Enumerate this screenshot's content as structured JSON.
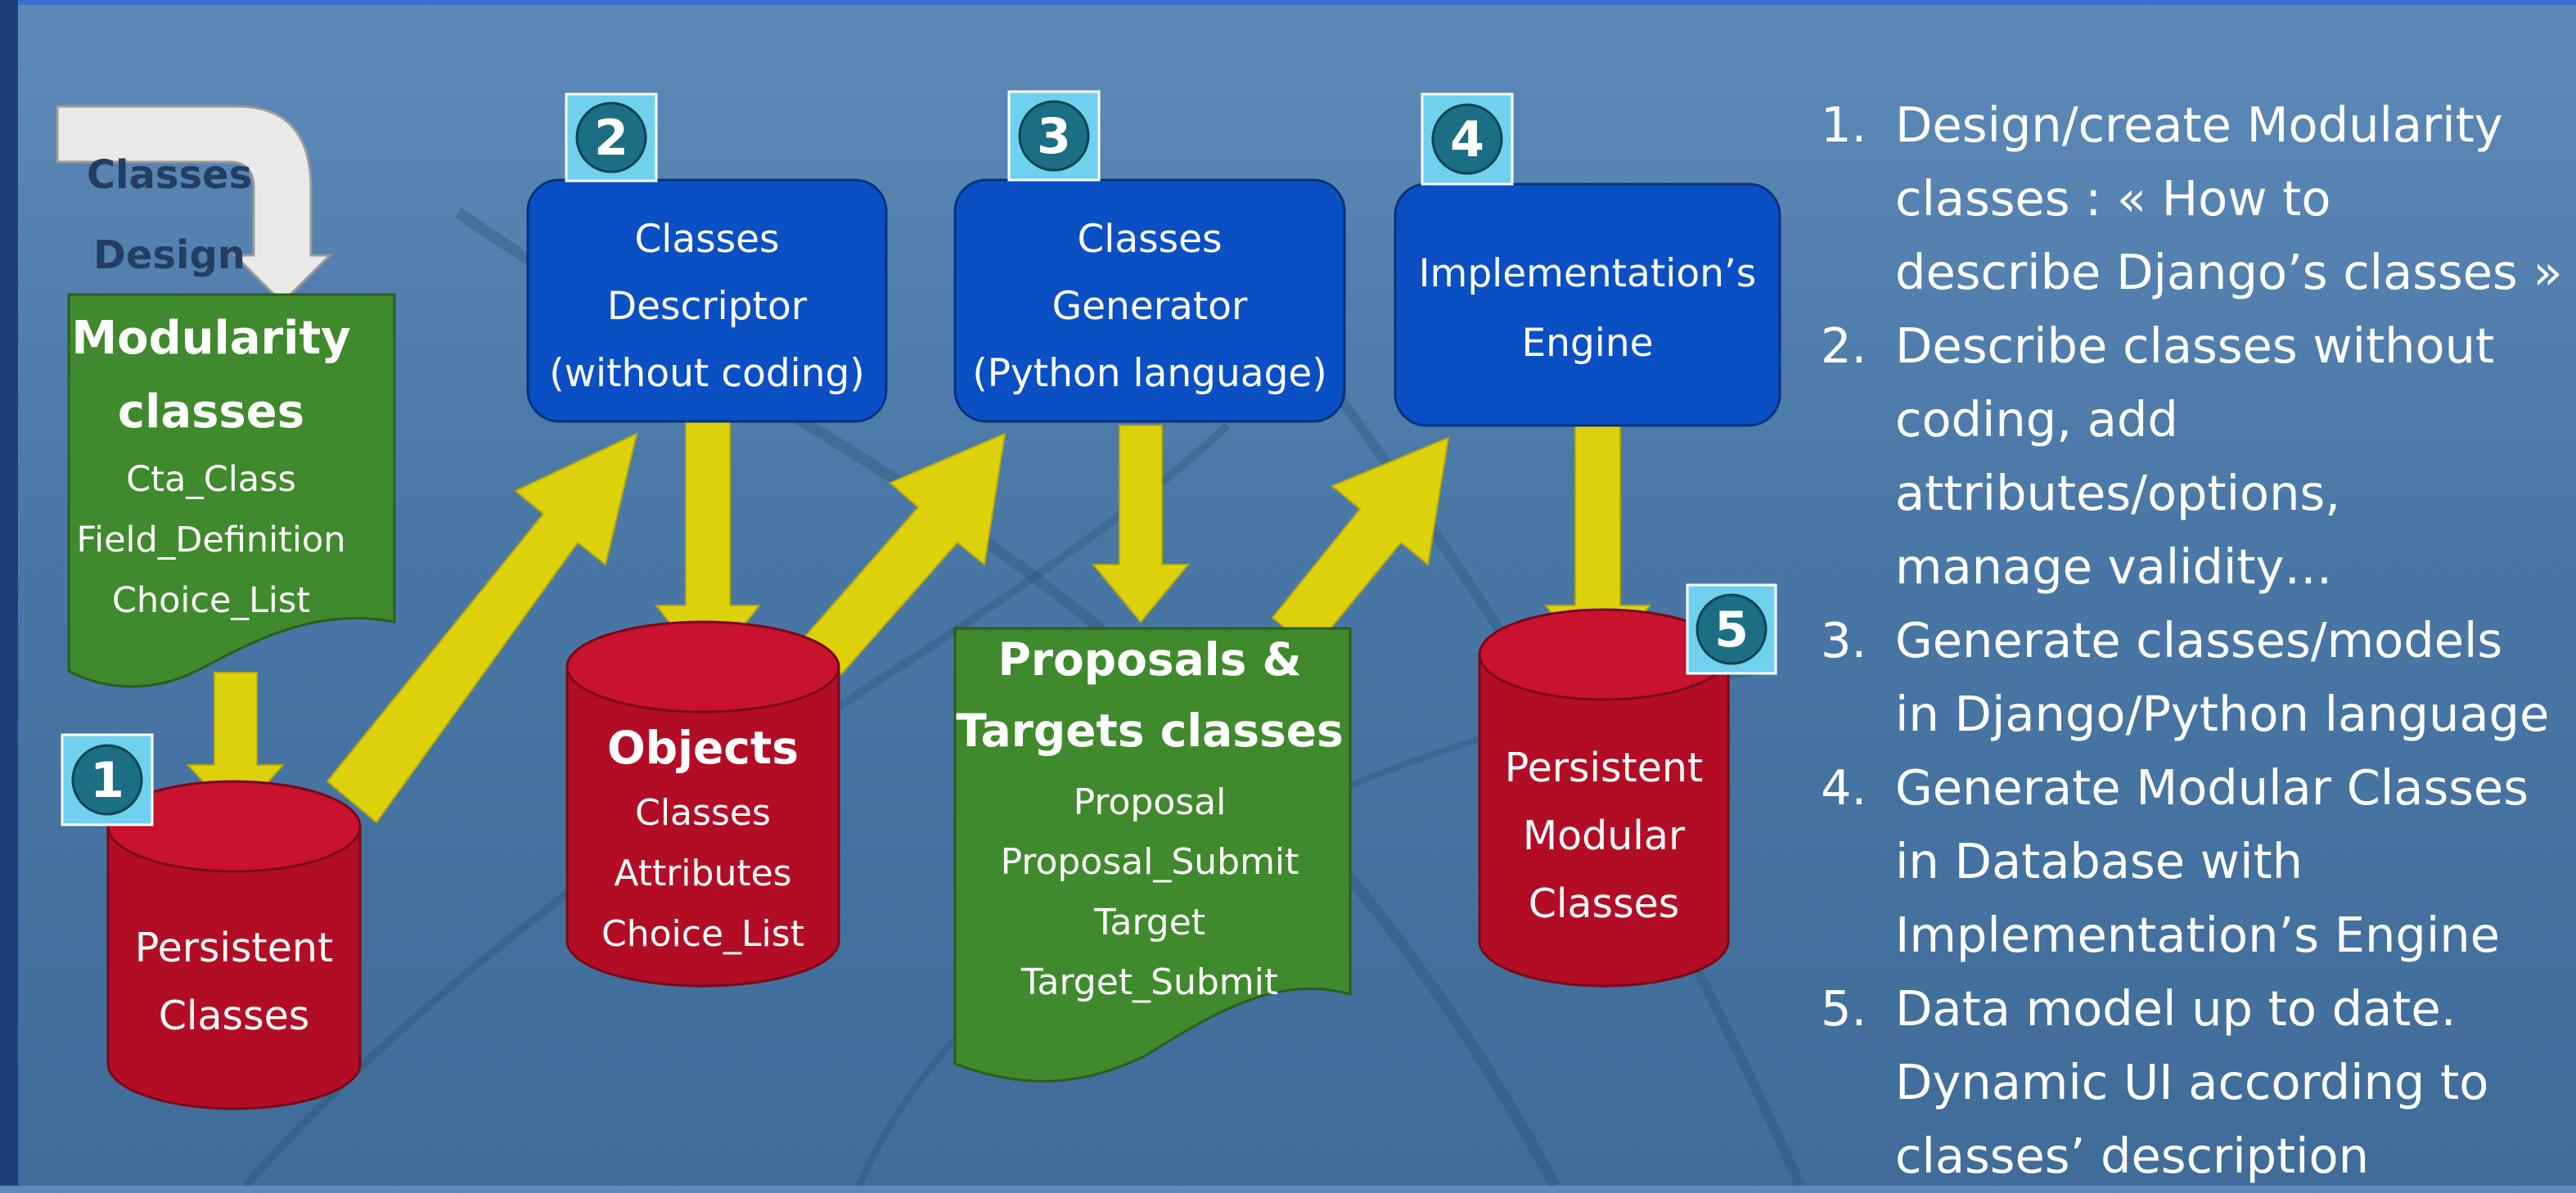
{
  "classes_design_label": [
    "Classes",
    "Design"
  ],
  "modularity": {
    "title": [
      "Modularity",
      "classes"
    ],
    "items": [
      "Cta_Class",
      "Field_Definition",
      "Choice_List"
    ]
  },
  "steps_boxes": [
    {
      "badge": "2",
      "lines": [
        "Classes",
        "Descriptor",
        "(without coding)"
      ]
    },
    {
      "badge": "3",
      "lines": [
        "Classes",
        "Generator",
        "(Python language)"
      ]
    },
    {
      "badge": "4",
      "lines": [
        "Implementation’s",
        "Engine"
      ]
    }
  ],
  "persistent_classes": {
    "badge": "1",
    "lines": [
      "Persistent",
      "Classes"
    ]
  },
  "objects": {
    "title": "Objects",
    "items": [
      "Classes",
      "Attributes",
      "Choice_List"
    ]
  },
  "proposals": {
    "title": [
      "Proposals &",
      "Targets classes"
    ],
    "items": [
      "Proposal",
      "Proposal_Submit",
      "Target",
      "Target_Submit"
    ]
  },
  "persistent_modular": {
    "badge": "5",
    "lines": [
      "Persistent",
      "Modular",
      "Classes"
    ]
  },
  "steps_list": [
    {
      "num": "1.",
      "lines": [
        "Design/create Modularity",
        "classes : « How to",
        "describe Django’s classes »"
      ]
    },
    {
      "num": "2.",
      "lines": [
        "Describe classes without",
        "coding, add",
        "attributes/options,",
        "manage validity…"
      ]
    },
    {
      "num": "3.",
      "lines": [
        "Generate classes/models",
        "in Django/Python language"
      ]
    },
    {
      "num": "4.",
      "lines": [
        "Generate Modular Classes",
        "in Database with",
        "Implementation’s Engine"
      ]
    },
    {
      "num": "5.",
      "lines": [
        "Data model up to date.",
        "Dynamic UI according to",
        "classes’ description"
      ]
    }
  ],
  "colors": {
    "box_blue": "#0a4fc4",
    "doc_green": "#3f8a2c",
    "cyl_red": "#b30d26",
    "arrow_yellow": "#ddd10b",
    "badge_bg": "#6fd1ee",
    "badge_circle": "#1c6e84"
  }
}
